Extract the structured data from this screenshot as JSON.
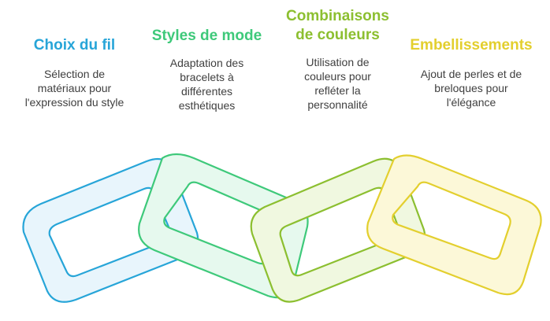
{
  "steps": [
    {
      "title": "Choix du fil",
      "description": "Sélection de\nmatériaux pour\nl'expression du style",
      "color": "#27a5d8",
      "fill": "#e8f5fc"
    },
    {
      "title": "Styles de mode",
      "description": "Adaptation des\nbracelets à\ndifférentes\nesthétiques",
      "color": "#3ec97a",
      "fill": "#e6f9ee"
    },
    {
      "title": "Combinaisons\nde couleurs",
      "description": "Utilisation de\ncouleurs pour\nrefléter la\npersonnalité",
      "color": "#8cbf30",
      "fill": "#f0f8e0"
    },
    {
      "title": "Embellissements",
      "description": "Ajout de perles et de\nbreloques pour\nl'élégance",
      "color": "#e3cf2e",
      "fill": "#fcf8d8"
    }
  ]
}
